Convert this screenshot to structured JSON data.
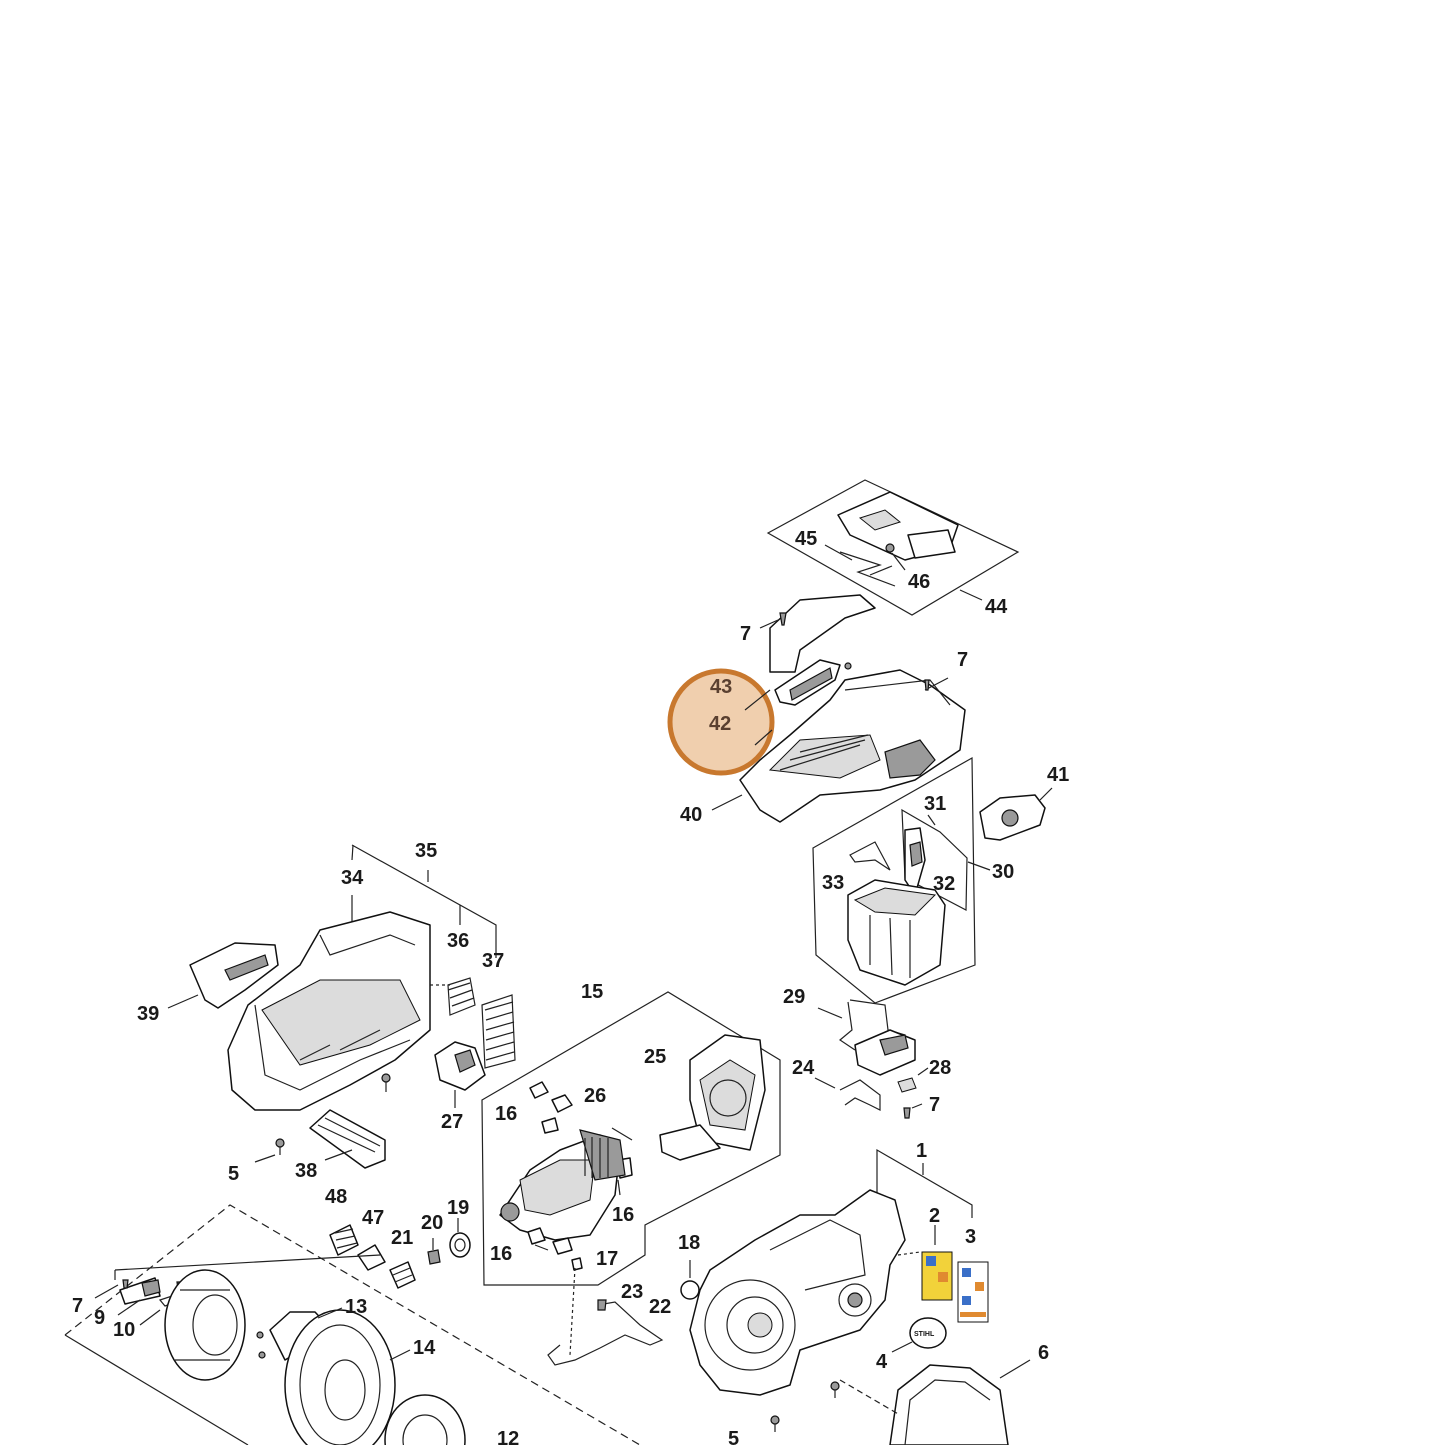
{
  "highlight": {
    "color": "#c8782e",
    "fill": "#f0cfae"
  },
  "callouts": {
    "c45": "45",
    "c46": "46",
    "c44": "44",
    "c7a": "7",
    "c7b": "7",
    "c43": "43",
    "c42": "42",
    "c40": "40",
    "c41": "41",
    "c31": "31",
    "c33": "33",
    "c32": "32",
    "c30": "30",
    "c35": "35",
    "c34": "34",
    "c36": "36",
    "c37": "37",
    "c39": "39",
    "c15": "15",
    "c29": "29",
    "c25": "25",
    "c24": "24",
    "c28": "28",
    "c7c": "7",
    "c16a": "16",
    "c26": "26",
    "c27": "27",
    "c1": "1",
    "c5a": "5",
    "c38": "38",
    "c16b": "16",
    "c2": "2",
    "c3": "3",
    "c48": "48",
    "c47": "47",
    "c20": "20",
    "c19": "19",
    "c21": "21",
    "c16c": "16",
    "c17": "17",
    "c18": "18",
    "c23": "23",
    "c22": "22",
    "c7d": "7",
    "c9": "9",
    "c10": "10",
    "c13": "13",
    "c14": "14",
    "c4": "4",
    "c6": "6",
    "c12": "12",
    "c5b": "5"
  },
  "logo_text": "STIHL"
}
